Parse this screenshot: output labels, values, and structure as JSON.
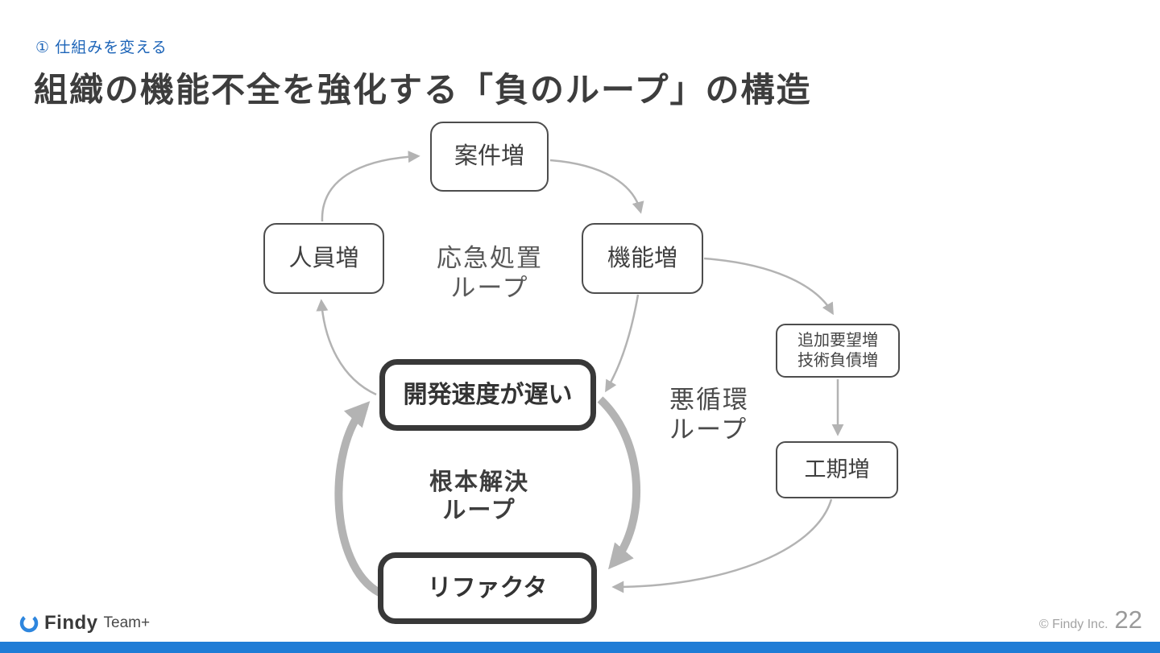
{
  "slide": {
    "eyebrow": "① 仕組みを変える",
    "title": "組織の機能不全を強化する「負のループ」の構造",
    "page_number": "22",
    "copyright": "© Findy Inc.",
    "logo": {
      "brand": "Findy",
      "product": "Team+",
      "icon": "findy-circle-mark"
    }
  },
  "diagram": {
    "nodes": {
      "anken": {
        "label": "案件増"
      },
      "jinin": {
        "label": "人員増"
      },
      "kinou": {
        "label": "機能増"
      },
      "kaihatsu": {
        "label": "開発速度が遅い"
      },
      "refactor": {
        "label": "リファクタ"
      },
      "tsuika": {
        "line1": "追加要望増",
        "line2": "技術負債増"
      },
      "kouki": {
        "label": "工期増"
      }
    },
    "loop_labels": {
      "oukyuu": {
        "line1": "応急処置",
        "line2": "ループ"
      },
      "konpon": {
        "line1": "根本解決",
        "line2": "ループ"
      },
      "akujunkan": {
        "line1": "悪循環",
        "line2": "ループ"
      }
    },
    "arrows": [
      "jinin-to-anken",
      "anken-to-kinou",
      "kinou-to-kaihatsu",
      "kaihatsu-to-jinin",
      "kinou-to-tsuika",
      "tsuika-to-kouki",
      "kouki-to-refactor",
      "refactor-to-kaihatsu-thick",
      "kaihatsu-to-refactor-thick"
    ]
  },
  "colors": {
    "accent_blue": "#1c64b8",
    "bottom_bar_blue": "#1f7cd6",
    "arrow_gray": "#b3b3b3",
    "box_border_dark": "#383838",
    "text_dark": "#3d3d3d"
  }
}
